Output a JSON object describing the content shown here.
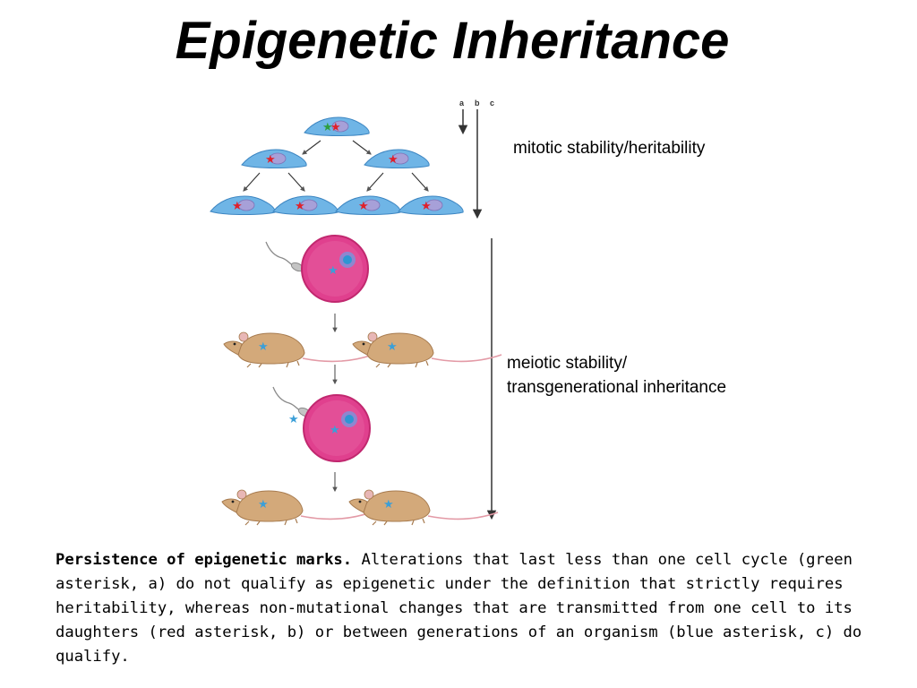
{
  "slide": {
    "title": "Epigenetic Inheritance"
  },
  "figure": {
    "panel_letters": [
      "a",
      "b",
      "c"
    ],
    "labels": {
      "mitotic": "mitotic stability/heritability",
      "meiotic_line1": "meiotic stability/",
      "meiotic_line2": "transgenerational inheritance"
    },
    "icons": [
      "cell-icon",
      "asterisk-icon",
      "egg-cell-icon",
      "sperm-icon",
      "mouse-icon",
      "arrow-icon"
    ],
    "colors": {
      "green_asterisk": "#2e9e3e",
      "red_asterisk": "#e0202a",
      "blue_asterisk": "#3b9fd8",
      "cell_fill": "#6fb5e6",
      "nucleus": "#a7a0d8",
      "egg_fill": "#e0408e",
      "mouse_fill": "#d3a97a"
    }
  },
  "caption": {
    "bold": "Persistence of epigenetic marks.",
    "text": " Alterations that last less than one cell cycle (green asterisk, a) do not qualify as epigenetic under the definition that strictly requires heritability, whereas non-mutational changes that are transmitted from one cell to its daughters (red asterisk, b) or between generations of an organism (blue asterisk, c) do qualify."
  }
}
